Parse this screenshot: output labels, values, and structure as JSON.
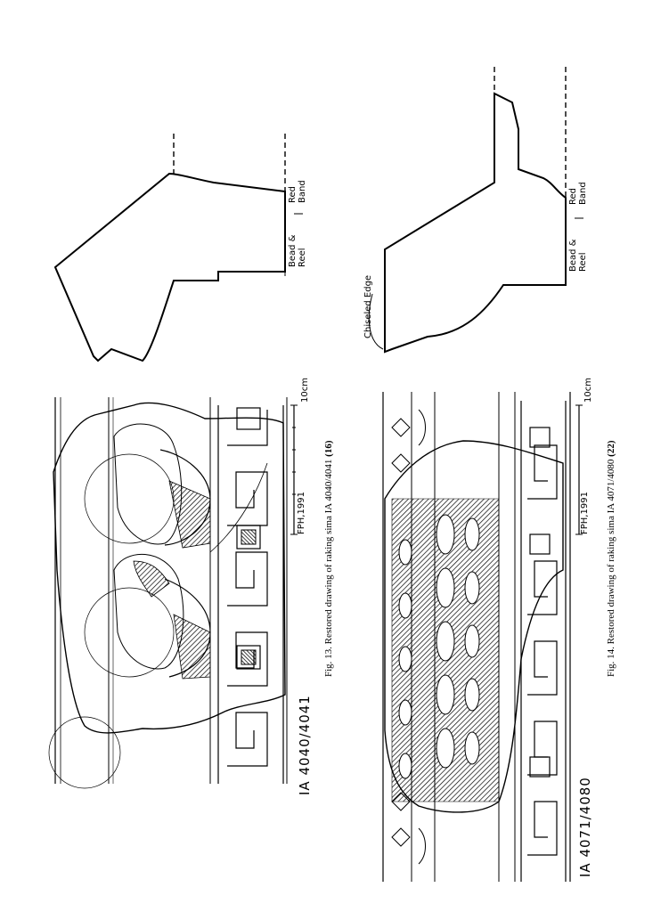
{
  "figures": [
    {
      "caption_prefix": "Fig. 13.",
      "caption_text": "Restored drawing of raking sima IA 4040/4041",
      "caption_number": "(16)",
      "catalog_label": "IA 4040/4041",
      "scale_label": "10cm",
      "draftsman": "FPH,1991",
      "profile_labels": {
        "left_top": "Bead &",
        "left_bottom": "Reel",
        "right_top": "Red",
        "right_bottom": "Band"
      }
    },
    {
      "caption_prefix": "Fig. 14.",
      "caption_text": "Restored drawing of raking sima IA 4071/4080",
      "caption_number": "(22)",
      "catalog_label": "IA 4071/4080",
      "scale_label": "10cm",
      "draftsman": "FPH,1991",
      "profile_labels": {
        "left_top": "Bead &",
        "left_bottom": "Reel",
        "right_top": "Red",
        "right_bottom": "Band",
        "edge_note": "Chiseled Edge"
      }
    }
  ]
}
